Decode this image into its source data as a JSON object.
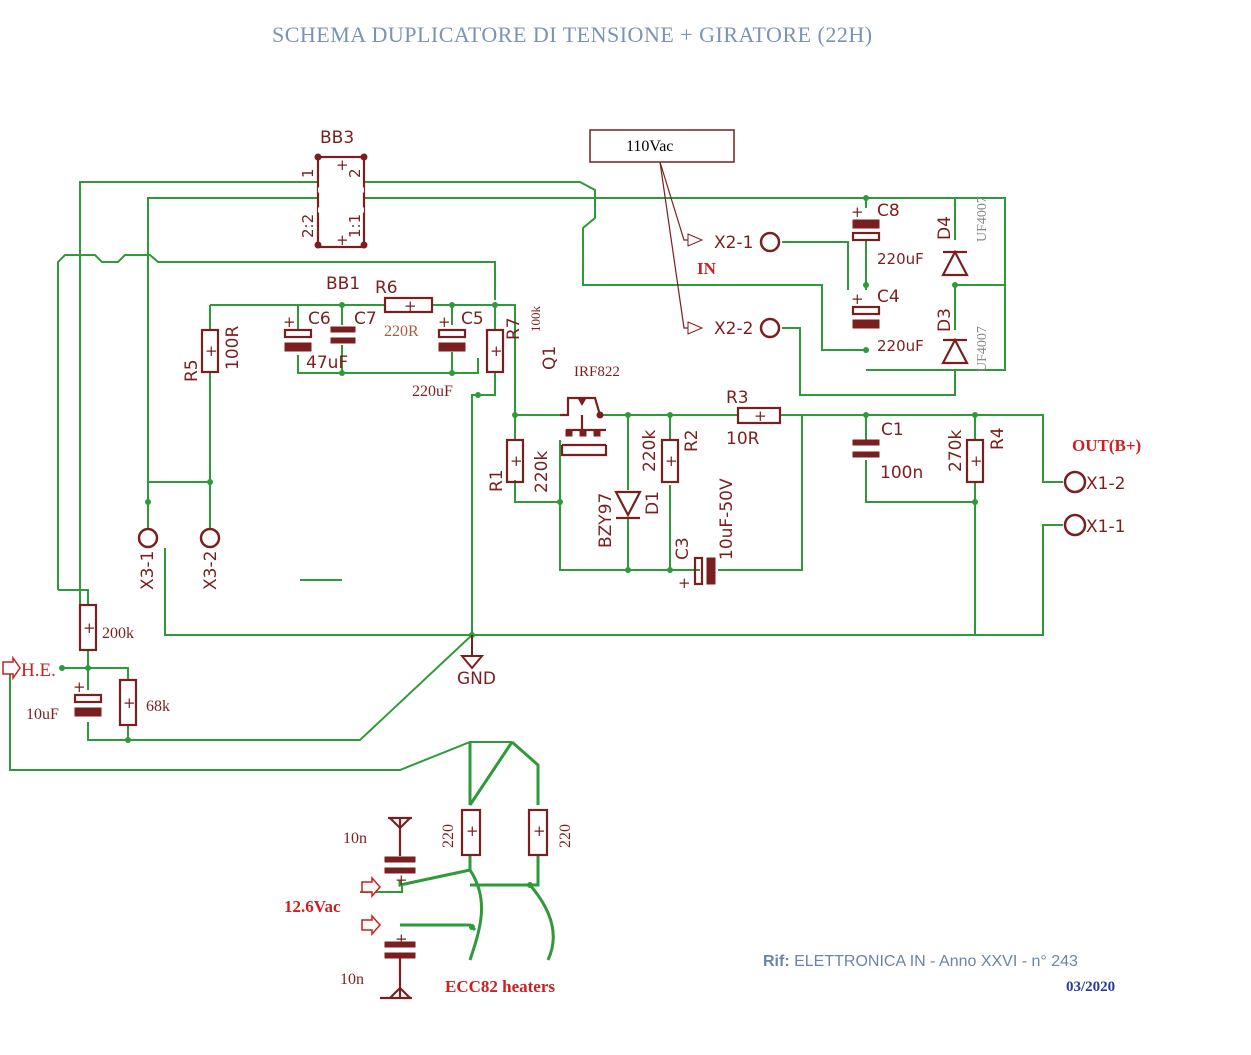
{
  "title": "SCHEMA DUPLICATORE DI TENSIONE + GIRATORE (22H)",
  "input_box": "110Vac",
  "labels": {
    "in": "IN",
    "out": "OUT(B+)",
    "he": "H.E.",
    "gnd": "GND",
    "heater_voltage": "12.6Vac",
    "heaters": "ECC82 heaters"
  },
  "components": {
    "bb3": "BB3",
    "bb1": "BB1",
    "bb3_pins": [
      "1",
      "2",
      "2:2",
      "1:1"
    ],
    "r6": {
      "name": "R6",
      "value": "220R"
    },
    "c6": {
      "name": "C6",
      "value": "47uF"
    },
    "c7": {
      "name": "C7"
    },
    "c5": {
      "name": "C5",
      "value": "220uF"
    },
    "r7": {
      "name": "R7",
      "value": "100k"
    },
    "r5": {
      "name": "R5",
      "value": "100R"
    },
    "q1": {
      "name": "Q1",
      "value": "IRF822"
    },
    "r1": {
      "name": "R1",
      "value": "220k"
    },
    "d1": {
      "name": "D1",
      "value": "BZY97"
    },
    "r2": {
      "name": "R2",
      "value": "220k"
    },
    "c3": {
      "name": "C3",
      "value": "10uF-50V"
    },
    "r3": {
      "name": "R3",
      "value": "10R"
    },
    "c1": {
      "name": "C1",
      "value": "100n"
    },
    "r4": {
      "name": "R4",
      "value": "270k"
    },
    "c8": {
      "name": "C8",
      "value": "220uF"
    },
    "c4": {
      "name": "C4",
      "value": "220uF"
    },
    "d4": {
      "name": "D4",
      "value": "UF4007"
    },
    "d3": {
      "name": "D3",
      "value": "UF4007"
    },
    "r_he1": "200k",
    "r_he2": "68k",
    "c_he": "10uF",
    "r_h1": "220",
    "r_h2": "220",
    "c_h1": "10n",
    "c_h2": "10n"
  },
  "connectors": {
    "x2_1": "X2-1",
    "x2_2": "X2-2",
    "x1_2": "X1-2",
    "x1_1": "X1-1",
    "x3_1": "X3-1",
    "x3_2": "X3-2"
  },
  "reference": {
    "prefix": "Rif:",
    "text": "ELETTRONICA IN - Anno XXVI - n° 243",
    "date": "03/2020"
  },
  "colors": {
    "wire": "#2f9a3a",
    "part": "#7a1f1f",
    "title": "#7a93b3",
    "highlight": "#cc1f1f",
    "reference": "#6a85a8",
    "date": "#2a3a9a"
  }
}
